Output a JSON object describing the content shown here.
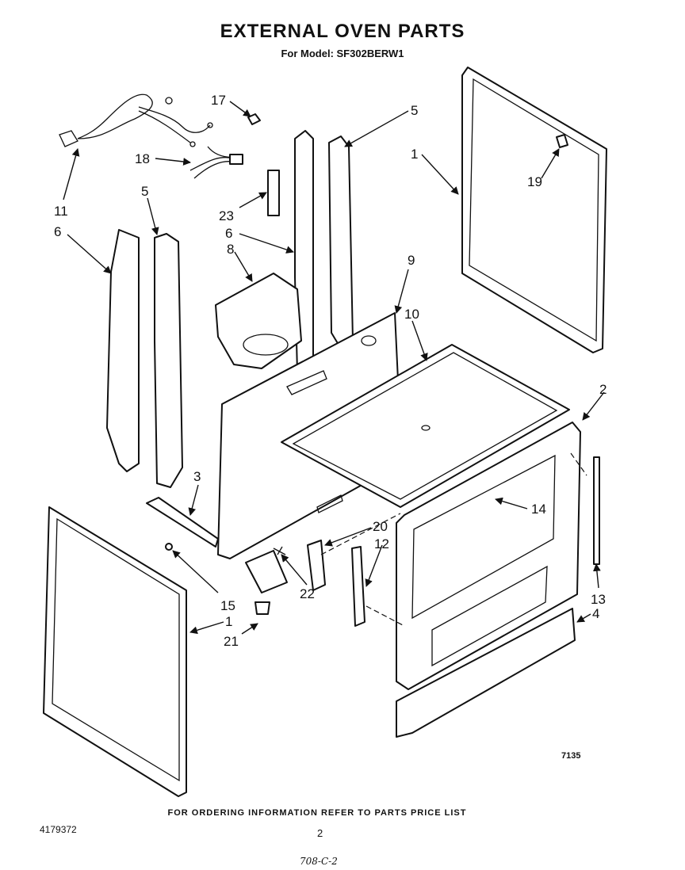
{
  "header": {
    "title": "EXTERNAL OVEN PARTS",
    "subtitle": "For Model: SF302BERW1"
  },
  "callouts": [
    {
      "id": "p17",
      "label": "17"
    },
    {
      "id": "p5a",
      "label": "5"
    },
    {
      "id": "p1a",
      "label": "1"
    },
    {
      "id": "p19",
      "label": "19"
    },
    {
      "id": "p18",
      "label": "18"
    },
    {
      "id": "p11",
      "label": "11"
    },
    {
      "id": "p5b",
      "label": "5"
    },
    {
      "id": "p6a",
      "label": "6"
    },
    {
      "id": "p23",
      "label": "23"
    },
    {
      "id": "p6b",
      "label": "6"
    },
    {
      "id": "p8",
      "label": "8"
    },
    {
      "id": "p9",
      "label": "9"
    },
    {
      "id": "p10",
      "label": "10"
    },
    {
      "id": "p2",
      "label": "2"
    },
    {
      "id": "p3",
      "label": "3"
    },
    {
      "id": "p14",
      "label": "14"
    },
    {
      "id": "p20",
      "label": "20"
    },
    {
      "id": "p12",
      "label": "12"
    },
    {
      "id": "p15",
      "label": "15"
    },
    {
      "id": "p22",
      "label": "22"
    },
    {
      "id": "p13",
      "label": "13"
    },
    {
      "id": "p1b",
      "label": "1"
    },
    {
      "id": "p4",
      "label": "4"
    },
    {
      "id": "p21",
      "label": "21"
    }
  ],
  "footer": {
    "order_note": "FOR ORDERING INFORMATION REFER TO PARTS PRICE LIST",
    "doc_number": "4179372",
    "page_number": "2",
    "drawing_number": "7135",
    "handwritten_note": "708-C-2"
  },
  "colors": {
    "ink": "#111111",
    "paper": "#ffffff"
  }
}
